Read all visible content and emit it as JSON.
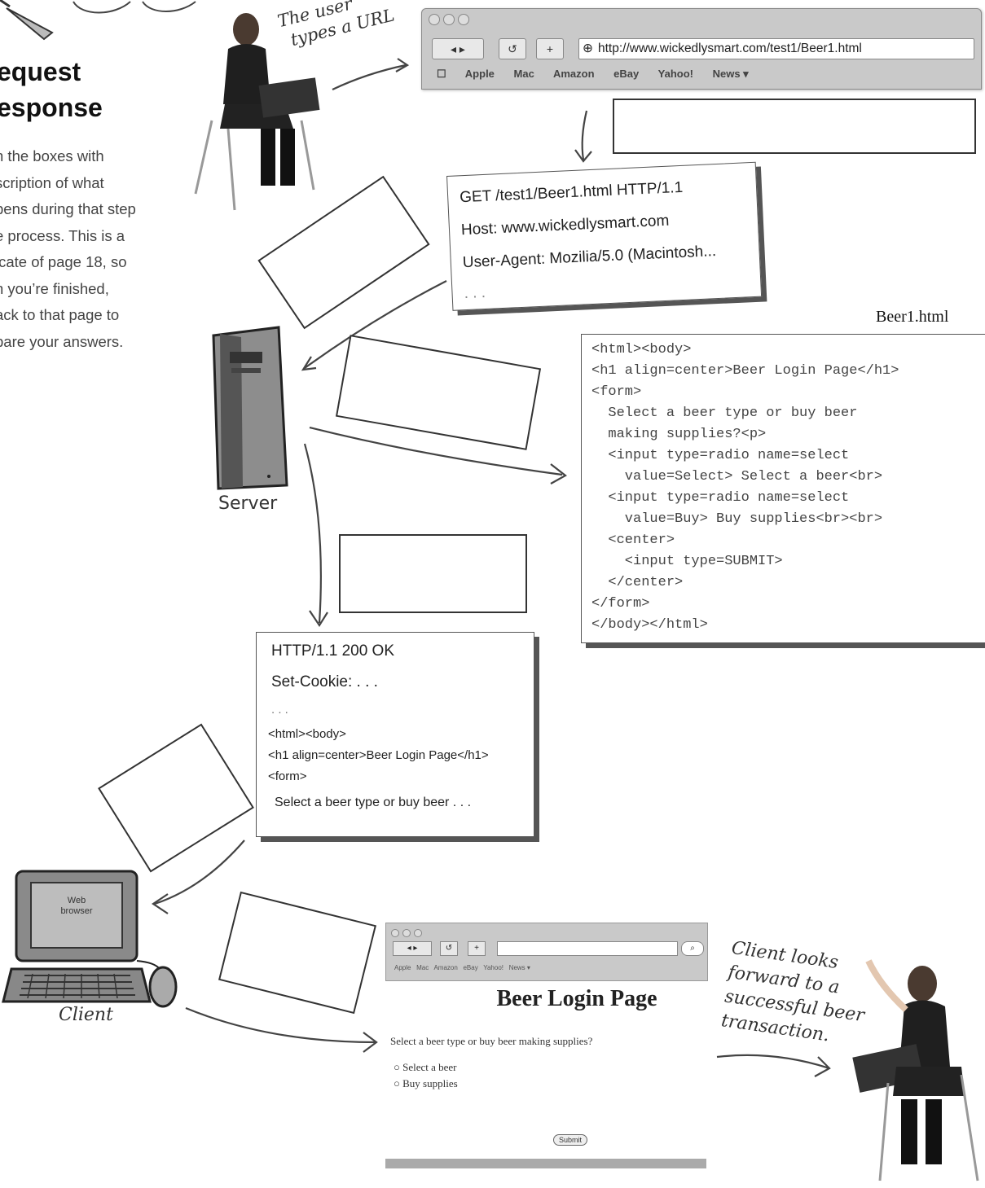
{
  "heading": {
    "line1": "equest",
    "line2": "esponse"
  },
  "intro": {
    "lines": [
      "n the boxes with",
      "scription of what",
      "pens during that step",
      "e process. This is a",
      "icate of page 18, so",
      "n you’re finished,",
      "ack to that page to",
      "pare your answers."
    ]
  },
  "user_note": {
    "line1": "The user",
    "line2": "types a URL"
  },
  "browser": {
    "url": "http://www.wickedlysmart.com/test1/Beer1.html",
    "bookmarks": [
      "Apple",
      "Mac",
      "Amazon",
      "eBay",
      "Yahoo!",
      "News ▾"
    ]
  },
  "request": {
    "lines": [
      "GET /test1/Beer1.html HTTP/1.1",
      "Host: www.wickedlysmart.com",
      "User-Agent: Mozilia/5.0 (Macintosh...",
      ". . ."
    ]
  },
  "beer_file": {
    "name": "Beer1.html",
    "lines": [
      "<html><body>",
      "<h1 align=center>Beer Login Page</h1>",
      "<form>",
      "  Select a beer type or buy beer",
      "  making supplies?<p>",
      "  <input type=radio name=select",
      "    value=Select> Select a beer<br>",
      "  <input type=radio name=select",
      "    value=Buy> Buy supplies<br><br>",
      "  <center>",
      "    <input type=SUBMIT>",
      "  </center>",
      "</form>",
      "</body></html>"
    ]
  },
  "server": {
    "label": "Server"
  },
  "response": {
    "status": "HTTP/1.1 200 OK",
    "cookie": "Set-Cookie: . . .",
    "dots": ". . .",
    "lines": [
      "<html><body>",
      "<h1 align=center>Beer Login Page</h1>",
      "<form>",
      " Select a beer type or buy beer . . ."
    ]
  },
  "client": {
    "label": "Client",
    "screen_line1": "Web",
    "screen_line2": "browser"
  },
  "rendered_page": {
    "title": "Beer Login Page",
    "question": "Select a beer type or buy beer making supplies?",
    "options": [
      "Select a beer",
      "Buy supplies"
    ],
    "submit": "Submit",
    "bookmarks": "Apple   Mac   Amazon   eBay   Yahoo!   News ▾"
  },
  "client_note": {
    "lines": [
      "Client looks",
      "forward to a",
      "successful beer",
      "transaction."
    ]
  }
}
